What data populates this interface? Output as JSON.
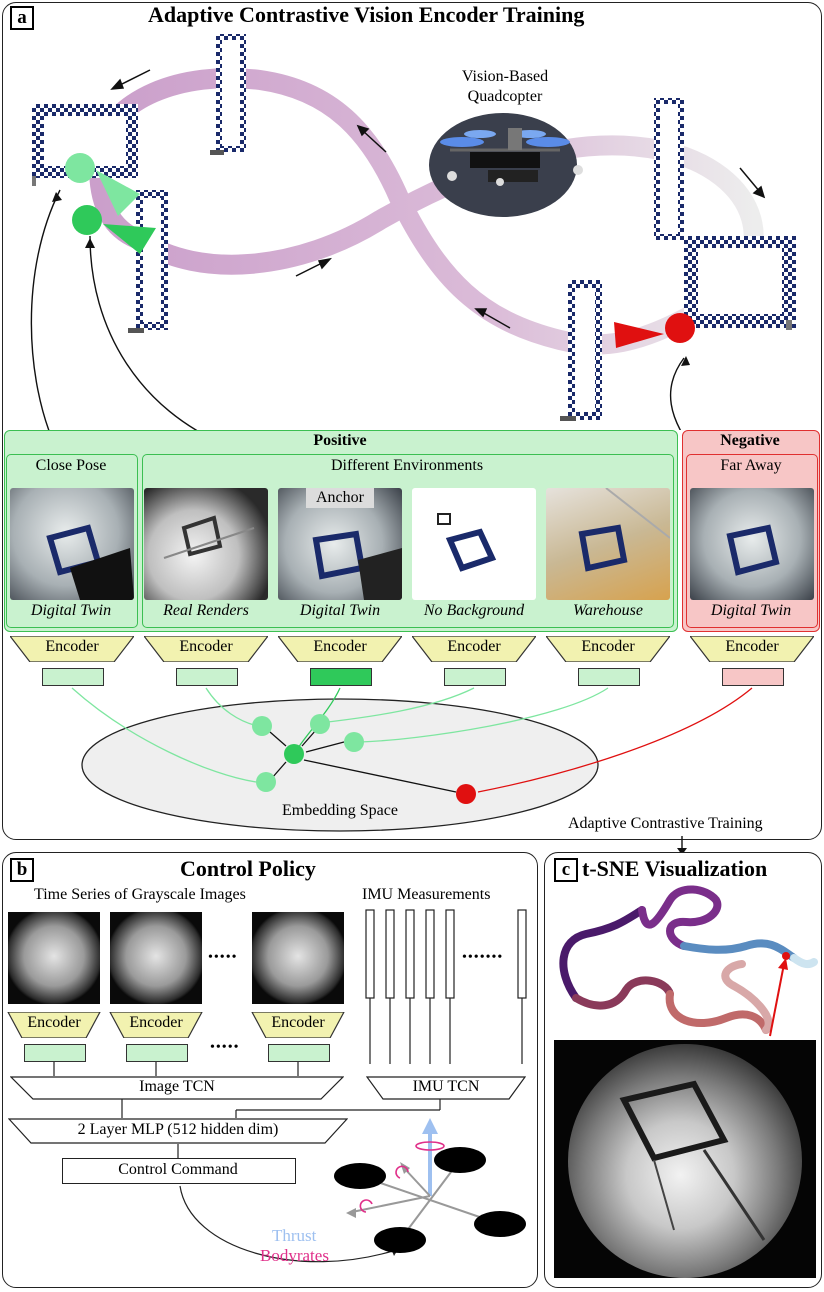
{
  "panel_a": {
    "tag": "a",
    "title": "Adaptive Contrastive Vision Encoder Training",
    "quadcopter_label_line1": "Vision-Based",
    "quadcopter_label_line2": "Quadcopter",
    "positive_label": "Positive",
    "negative_label": "Negative",
    "close_pose_label": "Close Pose",
    "different_env_label": "Different Environments",
    "far_away_label": "Far Away",
    "anchor_label": "Anchor",
    "captions": [
      "Digital Twin",
      "Real Renders",
      "Digital Twin",
      "No Background",
      "Warehouse",
      "Digital Twin"
    ],
    "encoder_label": "Encoder",
    "embedding_label": "Embedding Space",
    "footer_label": "Adaptive Contrastive Training",
    "colors": {
      "positive_fill": "#c9f2cf",
      "positive_border": "#3bbf52",
      "negative_fill": "#f7c6c6",
      "negative_border": "#e03030",
      "anchor_dot": "#2fc95a",
      "light_dot": "#7ee6a0",
      "negative_dot": "#e01010",
      "encoder_fill": "#f2f2b0"
    }
  },
  "panel_b": {
    "tag": "b",
    "title": "Control Policy",
    "time_series_label": "Time Series of Grayscale Images",
    "imu_label": "IMU Measurements",
    "dots": "•••••",
    "dots_imu": "•••••••",
    "encoder_label": "Encoder",
    "image_tcn_label": "Image TCN",
    "imu_tcn_label": "IMU TCN",
    "mlp_label": "2 Layer MLP (512 hidden dim)",
    "control_label": "Control Command",
    "thrust_label": "Thrust",
    "bodyrates_label": "Bodyrates",
    "colors": {
      "thrust": "#9ec0f0",
      "bodyrates": "#e0308a"
    }
  },
  "panel_c": {
    "tag": "c",
    "title": "t-SNE Visualization"
  }
}
